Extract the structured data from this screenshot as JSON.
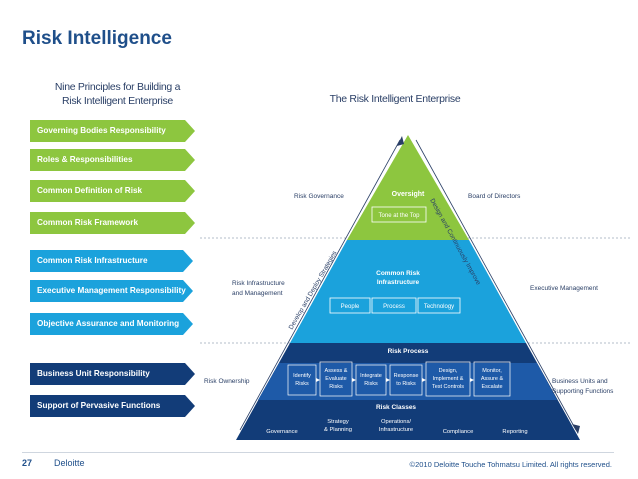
{
  "slide": {
    "title": "Risk Intelligence",
    "left_heading_line1": "Nine Principles for Building a",
    "left_heading_line2": "Risk Intelligent Enterprise",
    "right_heading": "The Risk Intelligent Enterprise"
  },
  "principles": [
    {
      "label": "Governing Bodies Responsibility",
      "color": "#8dc63f"
    },
    {
      "label": "Roles & Responsibilities",
      "color": "#8dc63f"
    },
    {
      "label": "Common Definition of Risk",
      "color": "#8dc63f"
    },
    {
      "label": "Common Risk Framework",
      "color": "#8dc63f"
    },
    {
      "label": "Common Risk Infrastructure",
      "color": "#1ba2dc"
    },
    {
      "label": "Executive Management Responsibility",
      "color": "#1ba2dc"
    },
    {
      "label": "Objective Assurance and Monitoring",
      "color": "#1ba2dc"
    },
    {
      "label": "Business Unit Responsibility",
      "color": "#123c78"
    },
    {
      "label": "Support of Pervasive Functions",
      "color": "#123c78"
    }
  ],
  "pyramid": {
    "oversight": "Oversight",
    "tone_at_top": "Tone at the Top",
    "common_risk_infrastructure_line1": "Common Risk",
    "common_risk_infrastructure_line2": "Infrastructure",
    "people": "People",
    "process": "Process",
    "technology": "Technology",
    "risk_process": "Risk Process",
    "risk_classes": "Risk Classes",
    "process_steps": [
      {
        "line1": "Identify",
        "line2": "Risks"
      },
      {
        "line1": "Assess &",
        "line2": "Evaluate",
        "line3": "Risks"
      },
      {
        "line1": "Integrate",
        "line2": "Risks"
      },
      {
        "line1": "Response",
        "line2": "to Risks"
      },
      {
        "line1": "Design,",
        "line2": "Implement &",
        "line3": "Test Controls"
      },
      {
        "line1": "Monitor,",
        "line2": "Assure &",
        "line3": "Escalate"
      }
    ],
    "risk_classes_items": [
      {
        "line1": "Governance"
      },
      {
        "line1": "Strategy",
        "line2": "& Planning"
      },
      {
        "line1": "Operations/",
        "line2": "Infrastructure"
      },
      {
        "line1": "Compliance"
      },
      {
        "line1": "Reporting"
      }
    ],
    "left_diagonal_label": "Develop and Deploy Strategies",
    "right_diagonal_label": "Design and Continuously Improve",
    "left_labels": {
      "risk_governance": "Risk Governance",
      "risk_infrastructure_line1": "Risk Infrastructure",
      "risk_infrastructure_line2": "and Management",
      "risk_ownership": "Risk Ownership"
    },
    "right_labels": {
      "board_of_directors": "Board of Directors",
      "executive_management": "Executive Management",
      "business_units_line1": "Business Units and",
      "business_units_line2": "Supporting Functions"
    },
    "colors": {
      "green": "#8dc63f",
      "blue": "#1ba2dc",
      "navy": "#123c78",
      "navy_band": "#1e5aa8"
    }
  },
  "footer": {
    "page_number": "27",
    "brand": "Deloitte",
    "copyright": "©2010 Deloitte Touche Tohmatsu Limited. All rights reserved."
  }
}
